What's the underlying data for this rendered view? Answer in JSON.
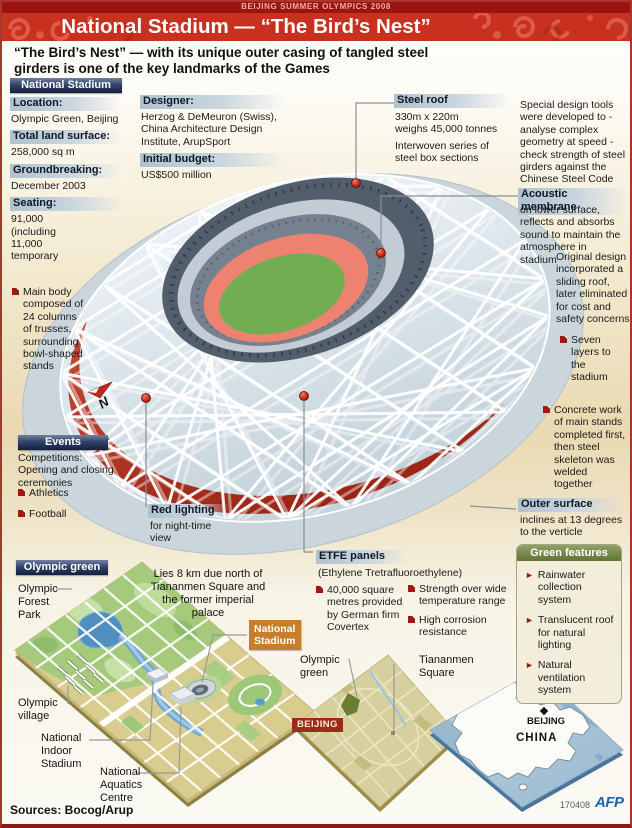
{
  "header": {
    "kicker": "BEIJING SUMMER OLYMPICS 2008",
    "title": "National Stadium — “The Bird’s Nest”",
    "intro": "“The Bird’s Nest” — with its unique outer casing of tangled steel girders is one of the key landmarks of the Games"
  },
  "sections": {
    "national_stadium": "National Stadium",
    "events": "Events",
    "olympic_green": "Olympic green"
  },
  "facts": {
    "location": {
      "label": "Location:",
      "value": "Olympic Green, Beijing"
    },
    "land": {
      "label": "Total land surface:",
      "value": "258,000 sq m"
    },
    "ground": {
      "label": "Groundbreaking:",
      "value": "December 2003"
    },
    "seating": {
      "label": "Seating:",
      "value": "91,000 (including 11,000 temporary"
    },
    "designer": {
      "label": "Designer:",
      "value": "Herzog & DeMeuron (Swiss), China Architecture Design Institute, ArupSport"
    },
    "budget": {
      "label": "Initial budget:",
      "value": "US$500 million"
    }
  },
  "callouts": {
    "steel_roof": {
      "label": "Steel roof",
      "size1": "330m x 220m",
      "size2": "weighs 45,000 tonnes",
      "body": "Interwoven series of steel box sections"
    },
    "design_tools": "Special design tools were developed to - analyse complex geometry at speed - check strength of steel girders against the Chinese Steel Code",
    "acoustic": {
      "label": "Acoustic membrane",
      "body": "on lower surface, reflects and absorbs sound to maintain the atmosphere in stadium"
    },
    "sliding_roof": "Original design incorporated a sliding roof, later eliminated for cost and safety concerns",
    "seven_layers": "Seven layers to the stadium",
    "concrete": "Concrete work of main stands completed first, then steel skeleton was welded together",
    "outer_surface": {
      "label": "Outer surface",
      "body": "inclines at 13 degrees to the verticle"
    },
    "main_body": "Main body composed of 24 columns of trusses, surrounding bowl-shaped stands",
    "red_lighting": {
      "label": "Red lighting",
      "body": "for night-time view"
    },
    "etfe": {
      "label": "ETFE panels",
      "sub": "(Ethylene Tretrafluoroethylene)",
      "b1": "40,000 square metres provided by German firm Covertex",
      "b2": "Strength over wide temperature range",
      "b3": "High corrosion resistance"
    }
  },
  "events": {
    "intro": "Competitions: Opening and closing ceremonies",
    "items": [
      "Athletics",
      "Football"
    ]
  },
  "green": {
    "title": "Green features",
    "items": [
      "Rainwater collection system",
      "Translucent roof for natural lighting",
      "Natural ventilation system"
    ]
  },
  "map": {
    "note": "Lies 8 km due north of Tiananmen Square and the former imperial palace",
    "forest_park": "Olympic Forest Park",
    "village": "Olympic village",
    "indoor": "National Indoor Stadium",
    "aquatics": "National Aquatics Centre",
    "stadium_tag": "National Stadium"
  },
  "beijing_map": {
    "olympic_green": "Olympic green",
    "tiananmen": "Tiananmen Square",
    "beijing": "BEIJING"
  },
  "china_map": {
    "beijing": "BEIJING",
    "china": "CHINA"
  },
  "footer": {
    "sources": "Sources: Bocog/Arup",
    "code": "170408",
    "agency": "AFP"
  },
  "icons": {
    "arrow_bullet": "►",
    "compass_north": "N"
  },
  "colors": {
    "banner_red": "#c8301f",
    "dark_red": "#9c1412",
    "navy": "#13203e",
    "bullet_red": "#9c1c12",
    "green_header": "#5f7436",
    "orange_tag": "#c67d2d",
    "track_salmon": "#ee8270",
    "field_green": "#71ae51",
    "shell_blue": "#dde8ee",
    "map_tan": "#d8cc8f",
    "china_blue": "#aec6d8",
    "afp_blue": "#1b64b5"
  }
}
